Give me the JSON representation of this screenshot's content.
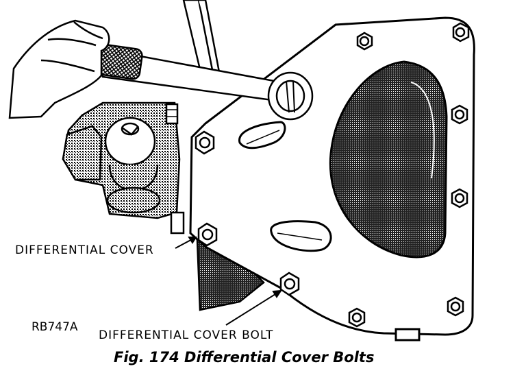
{
  "figure": {
    "caption": "Fig. 174 Differential Cover Bolts",
    "code": "RB747A",
    "callouts": {
      "cover": "DIFFERENTIAL COVER",
      "bolt": "DIFFERENTIAL COVER BOLT"
    }
  },
  "colors": {
    "ink": "#000000",
    "paper": "#ffffff",
    "shade": "#6a6a6a"
  }
}
